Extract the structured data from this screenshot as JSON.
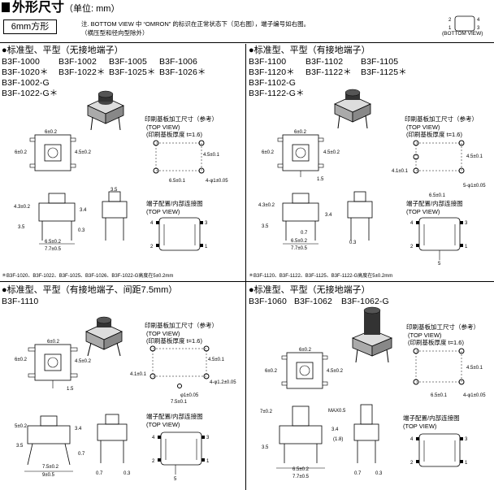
{
  "header": {
    "title": "外形尺寸",
    "unit": "（单位: mm）",
    "size_box": "6mm方形",
    "note_line1": "注. BOTTOM VIEW 中 “OMRON” 的标识在正常状态下（见右图），端子编号如右图。",
    "note_line2": "（横压型和径向型除外）",
    "bottom_view_label": "(BOTTOM VIEW)",
    "bv_pins": [
      "1",
      "2",
      "3",
      "4"
    ]
  },
  "sections": [
    {
      "title": "●标准型、平型（无接地端子）",
      "model_rows": [
        [
          "B3F-1000",
          "B3F-1002",
          "B3F-1005",
          "B3F-1006"
        ],
        [
          "B3F-1020＊",
          "B3F-1022＊",
          "B3F-1025＊",
          "B3F-1026＊"
        ],
        [
          "B3F-1002-G"
        ],
        [
          "B3F-1022-G＊"
        ]
      ],
      "pcb_title": "印刷基板加工尺寸（参考）",
      "pcb_view": "(TOP VIEW)",
      "pcb_thickness": "(印刷基板厚度 t=1.6)",
      "terminal_title": "端子配置/内部连接图",
      "terminal_view": "(TOP VIEW)",
      "footnote": "＊B3F-1020、B3F-1022、B3F-1025、B3F-1026、B3F-1022-G高度在5±0.2mm",
      "dims": [
        "6±0.2",
        "6±0.2",
        "4.5±0.2",
        "4.5±0.1",
        "6.5±0.1",
        "4-φ1±0.05",
        "3.5",
        "4.3±0.2",
        "3.4",
        "0.3",
        "6.5±0.2",
        "7.7±0.5",
        "3.5"
      ]
    },
    {
      "title": "●标准型、平型（有接地端子）",
      "model_rows": [
        [
          "B3F-1100",
          "B3F-1102",
          "B3F-1105"
        ],
        [
          "B3F-1120＊",
          "B3F-1122＊",
          "B3F-1125＊"
        ],
        [
          "B3F-1102-G"
        ],
        [
          "B3F-1122-G＊"
        ]
      ],
      "pcb_title": "印刷基板加工尺寸（参考）",
      "pcb_view": "(TOP VIEW)",
      "pcb_thickness": "(印刷基板厚度 t=1.6)",
      "terminal_title": "端子配置/内部连接图",
      "terminal_view": "(TOP VIEW)",
      "footnote": "＊B3F-1120、B3F-1122、B3F-1125、B3F-1122-G高度在5±0.2mm",
      "dims": [
        "6±0.2",
        "6±0.2",
        "4.5±0.2",
        "4.5±0.1",
        "4.1±0.1",
        "6.5±0.1",
        "5-φ1±0.05",
        "1.5",
        "4.3±0.2",
        "3.5",
        "3.4",
        "0.3",
        "0.7",
        "6.5±0.2",
        "7.7±0.5",
        "0.3"
      ]
    },
    {
      "title": "●标准型、平型（有接地端子、间距7.5mm）",
      "model_rows": [
        [
          "B3F-1110"
        ]
      ],
      "pcb_title": "印刷基板加工尺寸（参考）",
      "pcb_view": "(TOP VIEW)",
      "pcb_thickness": "(印刷基板厚度 t=1.6)",
      "terminal_title": "端子配置/内部连接图",
      "terminal_view": "(TOP VIEW)",
      "dims": [
        "6±0.2",
        "6±0.2",
        "4.5±0.2",
        "4.5±0.1",
        "4.1±0.1",
        "4-φ1.2±0.05",
        "φ1±0.05",
        "7.5±0.1",
        "1.5",
        "5±0.2",
        "3.5",
        "3.4",
        "0.7",
        "7.5±0.2",
        "9±0.5",
        "0.7",
        "0.3"
      ]
    },
    {
      "title": "●标准型、平型（无接地端子）",
      "model_rows": [
        [
          "B3F-1060",
          "B3F-1062",
          "B3F-1062-G"
        ]
      ],
      "pcb_title": "印刷基板加工尺寸（参考）",
      "pcb_view": "(TOP VIEW)",
      "pcb_thickness": "(印刷基板厚度 t=1.6)",
      "terminal_title": "端子配置/内部连接图",
      "terminal_view": "(TOP VIEW)",
      "dims": [
        "6±0.2",
        "6±0.2",
        "4.5±0.2",
        "4.5±0.1",
        "6.5±0.1",
        "4-φ1±0.05",
        "7±0.2",
        "MAX0.5",
        "3.5",
        "3.4",
        "(1.8)",
        "6.5±0.2",
        "7.7±0.5",
        "0.7",
        "0.3"
      ]
    }
  ]
}
